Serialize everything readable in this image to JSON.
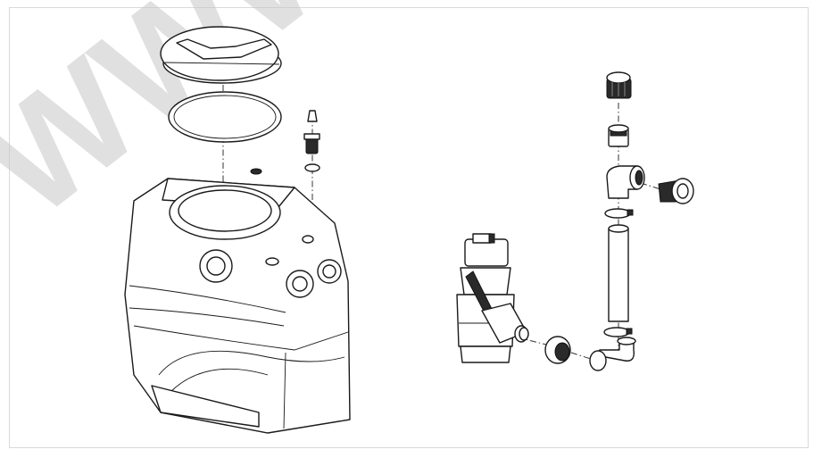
{
  "watermark": {
    "text": "WWW",
    "color": "#c8c8c8"
  },
  "colors": {
    "frame": "#d9d9d9",
    "line": "#1a1a1a",
    "background": "#ffffff"
  },
  "parts": [
    "tank-lid",
    "lid-gasket",
    "tank-body",
    "vent-screw",
    "vent-washer",
    "pump",
    "check-valve",
    "union-nut",
    "elbow-lower",
    "hose-clamp-lower",
    "discharge-pipe",
    "hose-clamp-upper",
    "elbow-upper",
    "outlet-adapter",
    "adapter-nipple",
    "top-cap"
  ]
}
